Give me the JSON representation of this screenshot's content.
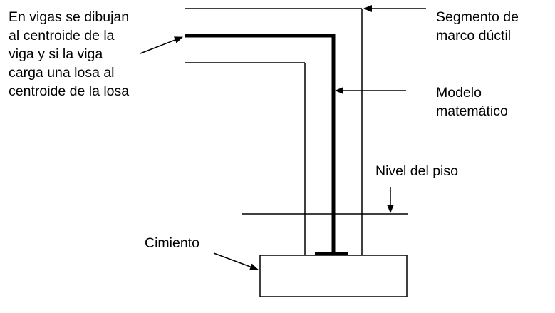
{
  "labels": {
    "beam_note": [
      "En vigas se dibujan",
      "al centroide de la",
      "viga y si la viga",
      "carga una losa al",
      "centroide de la losa"
    ],
    "frame_segment": [
      "Segmento de",
      "marco dúctil"
    ],
    "math_model": [
      "Modelo",
      "matemático"
    ],
    "floor_level": "Nivel del piso",
    "foundation": "Cimiento"
  },
  "colors": {
    "line": "#000000",
    "background": "#ffffff"
  }
}
